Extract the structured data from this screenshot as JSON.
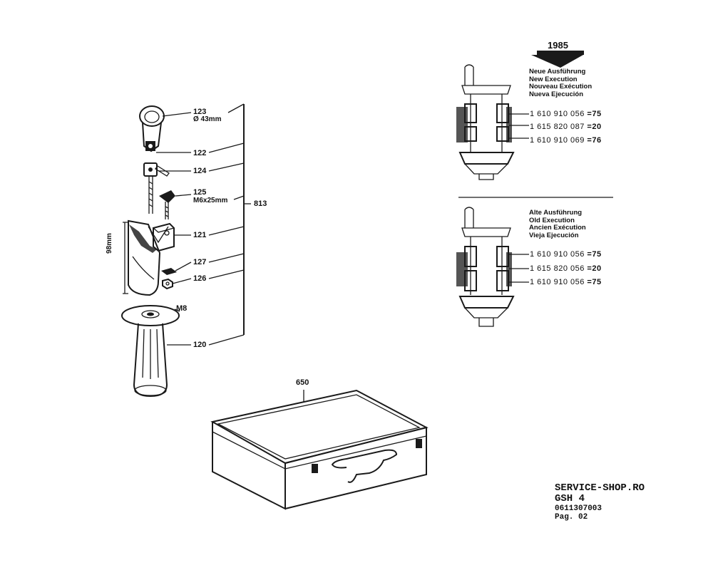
{
  "callouts": {
    "p123": "123",
    "p123_dim": "Ø 43mm",
    "p122": "122",
    "p124": "124",
    "p125": "125",
    "p125_dim": "M6x25mm",
    "p813": "813",
    "p121": "121",
    "p127": "127",
    "p126": "126",
    "pM8": "M8",
    "p120": "120",
    "dim98": "98mm",
    "p650": "650"
  },
  "new_execution": {
    "year": "1985",
    "lines": [
      "Neue Ausführung",
      "New Execution",
      "Nouveau Exécution",
      "Nueva Ejecución"
    ],
    "parts": [
      {
        "number": "1 610 910 056",
        "qty": "=75"
      },
      {
        "number": "1 615 820 087",
        "qty": "=20"
      },
      {
        "number": "1 610 910 069",
        "qty": "=76"
      }
    ]
  },
  "old_execution": {
    "lines": [
      "Alte Ausführung",
      "Old Execution",
      "Ancien Exécution",
      "Vieja Ejecución"
    ],
    "parts": [
      {
        "number": "1 610 910 056",
        "qty": "=75"
      },
      {
        "number": "1 615 820 056",
        "qty": "=20"
      },
      {
        "number": "1 610 910 056",
        "qty": "=75"
      }
    ]
  },
  "footer": {
    "shop": "SERVICE-SHOP.RO",
    "model": "GSH 4",
    "code": "0611307003",
    "page": "Pag. 02"
  }
}
